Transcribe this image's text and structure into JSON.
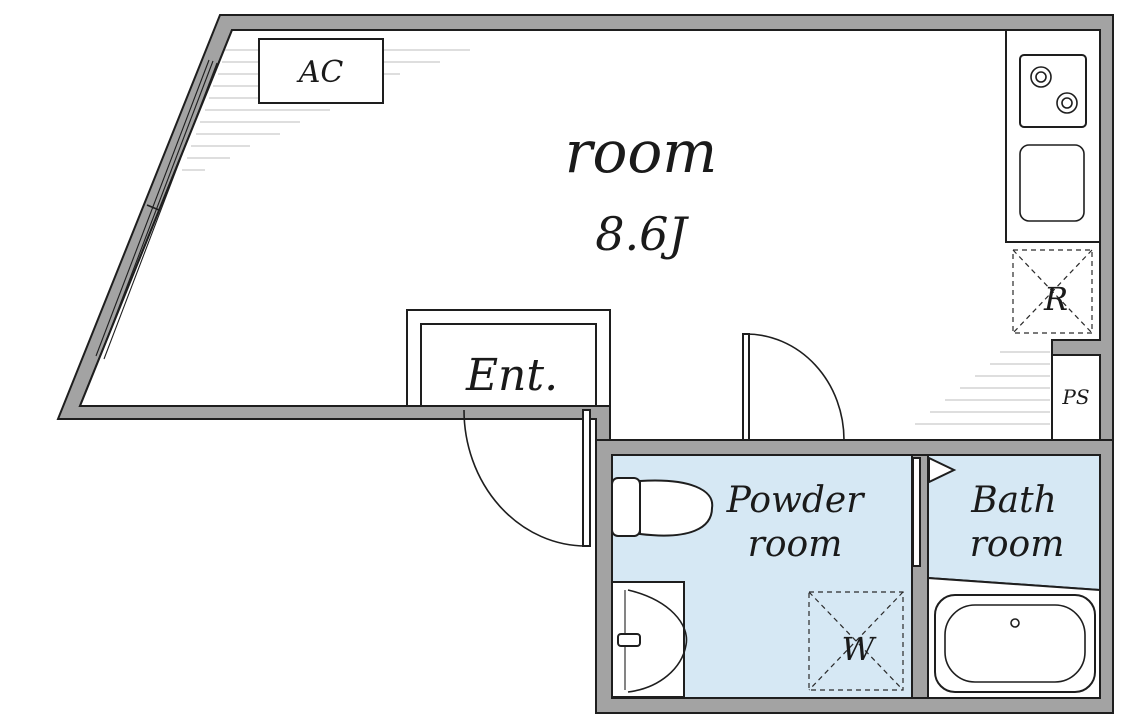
{
  "labels": {
    "room_name": "room",
    "room_size": "8.6J",
    "ac": "AC",
    "entrance": "Ent.",
    "powder_room_line1": "Powder",
    "powder_room_line2": "room",
    "bath_room_line1": "Bath",
    "bath_room_line2": "room",
    "refrigerator": "R",
    "pipe_space": "PS",
    "washer": "W"
  },
  "colors": {
    "wall": "#a3a3a3",
    "wet_area": "#d6e8f4",
    "line": "#1e1e1e"
  }
}
